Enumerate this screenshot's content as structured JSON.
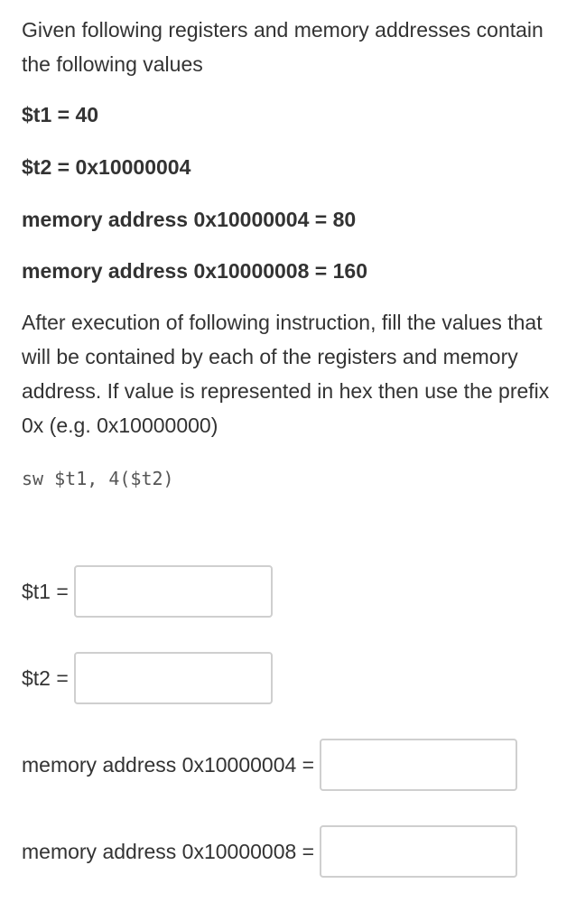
{
  "intro": "Given following registers and memory addresses contain the following values",
  "given": [
    "$t1 = 40",
    "$t2 = 0x10000004",
    "memory address 0x10000004 = 80",
    "memory address 0x10000008 = 160"
  ],
  "question": "After execution of following instruction, fill the values that will be contained by each of the registers and memory address. If value is represented in hex then use the prefix 0x (e.g. 0x10000000)",
  "instruction": "sw $t1, 4($t2)",
  "fields": [
    {
      "label": "$t1 =",
      "value": ""
    },
    {
      "label": "$t2 =",
      "value": ""
    },
    {
      "label": "memory address 0x10000004 =",
      "value": ""
    },
    {
      "label": "memory address 0x10000008 =",
      "value": ""
    }
  ]
}
